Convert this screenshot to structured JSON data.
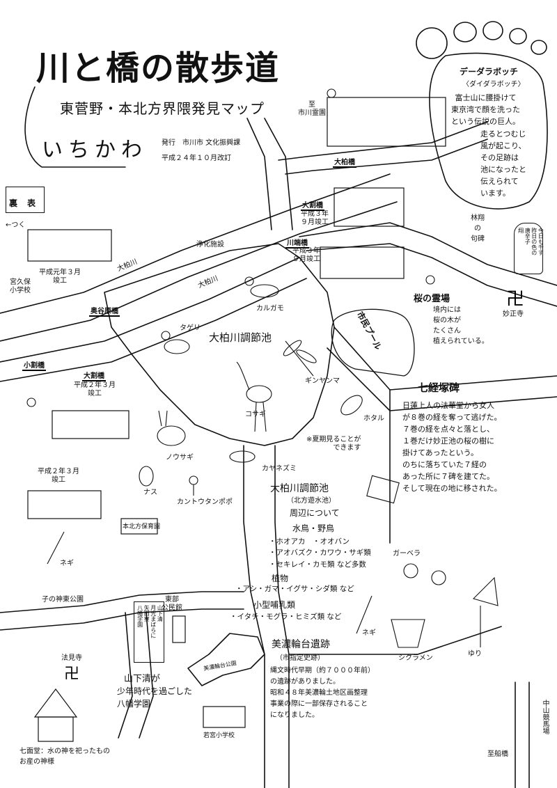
{
  "title": "川と橋の散歩道",
  "subtitle": "東菅野・本北方界隈発見マップ",
  "city_name": "いちかわ",
  "publisher": "発行　市川市 文化振興課",
  "revision": "平成２４年１０月改訂",
  "legend": {
    "front": "表",
    "back": "裏",
    "arrow": "←つく"
  },
  "roads": {
    "to_ichikawa_reien": "至\n市川霊園",
    "to_funabashi": "至船橋",
    "nakayama_keiba": "中山競馬場"
  },
  "daidara": {
    "title": "デーダラボッチ",
    "reading": "〈ダイダラボッチ〉",
    "lines1": [
      "富士山に腰掛けて",
      "東京湾で顔を洗った",
      "という伝説の巨人。"
    ],
    "lines2": [
      "走るとつむじ",
      "風が起こり、",
      "その足跡は",
      "池になったと",
      "伝えられて",
      "います。"
    ]
  },
  "bridges": {
    "ohashi": "大柏橋",
    "ohashi2": "大割橋",
    "ohashi2_date": "平成３年\n９月竣工",
    "kawabata": "川端橋",
    "kawabata_date": "平成３年\n９月竣工",
    "okudani": "奥谷原橋",
    "kowari": "小割橋",
    "owari": "大割橋",
    "owari_date": "平成２年３月\n竣工",
    "heisei_gan": "平成元年３月\n竣工",
    "heisei2": "平成２年３月\n竣工"
  },
  "places": {
    "jouka": "浄化施設",
    "kamenoike_river": "大柏川",
    "river_label": "大柏川",
    "shiuntai": "宮久保\n小学校",
    "hayashi": "林翔\nの\n句碑",
    "haiku": "今日も千す\n昨日の色の\n唐辛子\n翔",
    "myoushouji": "妙正寺",
    "sakura_title": "桜の霊場",
    "sakura_lines": [
      "境内には",
      "桜の木が",
      "たくさん",
      "植えられている。"
    ],
    "pool": "市民プール",
    "pond": "大柏川調節池",
    "kitakata_hoiku": "本北方保育園",
    "tobu_kominkan": "東部\n公民館",
    "nenokami": "子の神東公園",
    "hokkeji": "法見寺",
    "shichimendo": "七面堂：水の神を祀ったもの\nお産の神様",
    "yamashita_title": "山下清が",
    "yamashita_2": "少年時代を過ごした",
    "yamashita_3": "八幡学園",
    "wakamiya": "若宮小学校",
    "minowadai_park": "美濃輪台公園",
    "signpost": "山下清\n月光まばらに\n矢田寮\n八幡学園"
  },
  "animals": {
    "karugamo": "カルガモ",
    "tageri": "タゲリ",
    "ginyanma": "ギンヤンマ",
    "kosagi": "コサギ",
    "hotaru": "ホタル",
    "hotaru_note": "※夏期見ることが\nできます",
    "nousagi": "ノウサギ",
    "kayanezumi": "カヤネズミ",
    "nasu": "ナス",
    "kantou_tanpopo": "カントウタンポポ",
    "negi": "ネギ",
    "negi2": "ネギ",
    "gerbera": "ガーベラ",
    "cyclamen": "シクラメン",
    "yuri": "ゆり"
  },
  "shichikyo": {
    "title": "七経塚碑",
    "lines": [
      "日蓮上人の法華堂から女人",
      "が８巻の経を奪って逃げた。",
      "７巻の経を点々と落とし、",
      "１巻だけ妙正池の桜の樹に",
      "掛けてあったという。",
      "のちに落ちていた７経の",
      "あった所に７碑を建てた。",
      "そして現在の地に移された。"
    ]
  },
  "pond_info": {
    "title": "大柏川調節池",
    "sub": "（北方遊水池）",
    "sub2": "周辺について",
    "birds_h": "水鳥・野鳥",
    "birds": [
      "・ホオアカ　・オオバン",
      "・アオバズク・カワウ・サギ類",
      "・セキレイ・カモ類 など多数"
    ],
    "plants_h": "植物",
    "plants": "・アシ・ガマ・イグサ・シダ類 など",
    "mammals_h": "小型哺乳類",
    "mammals": "・イタチ・モグラ・ヒミズ類 など"
  },
  "minowa": {
    "title": "美濃輪台遺跡",
    "sub": "（市指定史跡）",
    "lines": [
      "縄文時代早期（約７０００年前）",
      "の遺跡がありました。",
      "昭和４８年美濃輪土地区画整理",
      "事業の際に一部保存されること",
      "になりました。"
    ]
  }
}
